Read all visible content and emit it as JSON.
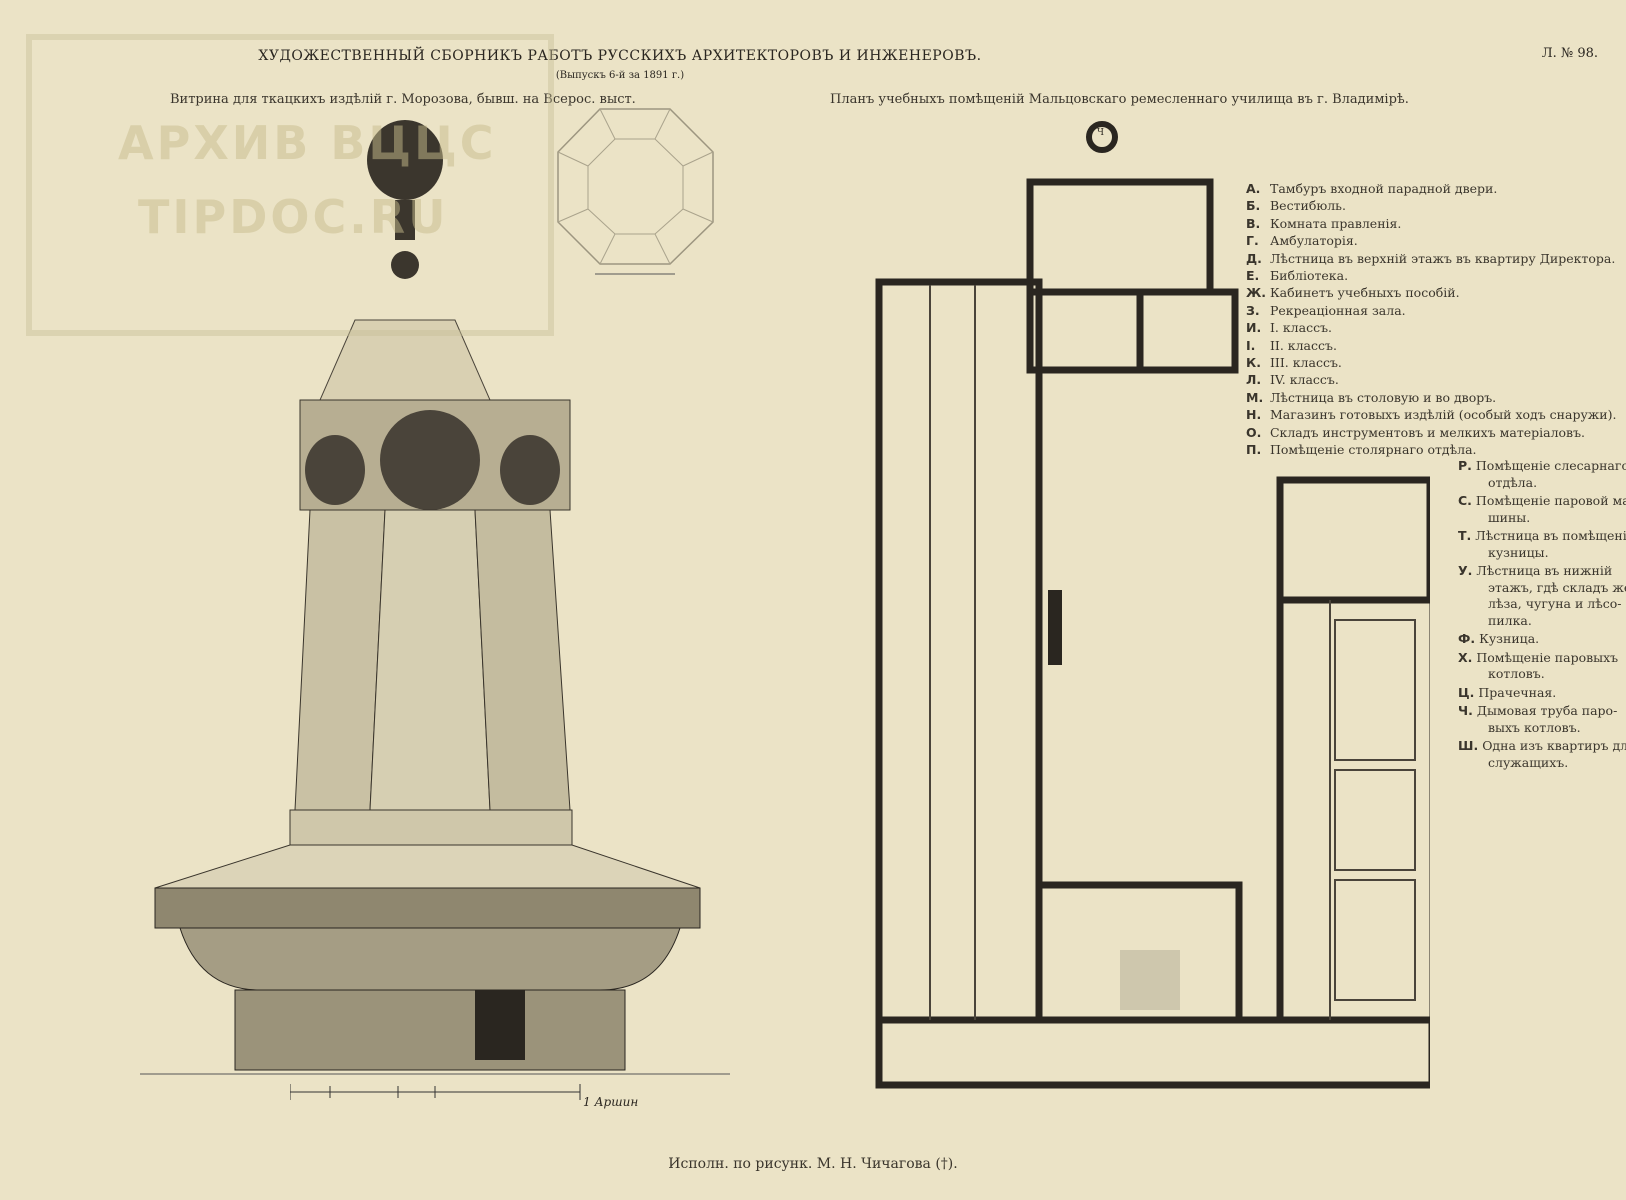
{
  "header": {
    "title": "ХУДОЖЕСТВЕННЫЙ СБОРНИКЪ РАБОТЪ РУССКИХЪ АРХИТЕКТОРОВЪ И ИНЖЕНЕРОВЪ.",
    "subtitle": "(Выпускъ 6-й за 1891 г.)",
    "plate_number": "Л. № 98."
  },
  "watermark": {
    "line1": "АРХИВ ВЦЦС",
    "line2": "TIPDOC.RU"
  },
  "left_drawing": {
    "caption": "Витрина для ткацкихъ издѣлій г. Морозова, бывш. на Всерос. выст.",
    "scale_label": "1 Аршин"
  },
  "right_drawing": {
    "caption": "Планъ учебныхъ помѣщеній Мальцовскаго ремесленнаго училища въ г. Владимірѣ.",
    "legend": [
      {
        "key": "А.",
        "text": "Тамбуръ входной парадной двери."
      },
      {
        "key": "Б.",
        "text": "Вестибюль."
      },
      {
        "key": "В.",
        "text": "Комната правленія."
      },
      {
        "key": "Г.",
        "text": "Амбулаторія."
      },
      {
        "key": "Д.",
        "text": "Лѣстница въ верхній этажъ въ квартиру Директора."
      },
      {
        "key": "Е.",
        "text": "Библіотека."
      },
      {
        "key": "Ж.",
        "text": "Кабинетъ учебныхъ пособій."
      },
      {
        "key": "З.",
        "text": "Рекреаціонная зала."
      },
      {
        "key": "И.",
        "text": "I. классъ."
      },
      {
        "key": "І.",
        "text": "II. классъ."
      },
      {
        "key": "К.",
        "text": "III. классъ."
      },
      {
        "key": "Л.",
        "text": "IV. классъ."
      },
      {
        "key": "М.",
        "text": "Лѣстница въ столовую и во дворъ."
      },
      {
        "key": "Н.",
        "text": "Магазинъ готовыхъ издѣлій (особый ходъ снаружи)."
      },
      {
        "key": "О.",
        "text": "Складъ инструментовъ и мелкихъ матеріаловъ."
      },
      {
        "key": "П.",
        "text": "Помѣщеніе столярнаго отдѣла."
      }
    ],
    "legend2": [
      {
        "key": "Р.",
        "text": "Помѣщеніе слесарнаго",
        "cont": "отдѣла."
      },
      {
        "key": "С.",
        "text": "Помѣщеніе паровой ма-",
        "cont": "шины."
      },
      {
        "key": "Т.",
        "text": "Лѣстница въ помѣщеніе",
        "cont": "кузницы."
      },
      {
        "key": "У.",
        "text": "Лѣстница въ нижній",
        "cont": "этажъ, гдѣ складъ же-лѣза, чугуна и лѣсо-пилка."
      },
      {
        "key": "Ф.",
        "text": "Кузница.",
        "cont": ""
      },
      {
        "key": "Х.",
        "text": "Помѣщеніе паровыхъ",
        "cont": "котловъ."
      },
      {
        "key": "Ц.",
        "text": "Прачечная.",
        "cont": ""
      },
      {
        "key": "Ч.",
        "text": "Дымовая труба паро-",
        "cont": "выхъ котловъ."
      },
      {
        "key": "Ш.",
        "text": "Одна изъ квартиръ для",
        "cont": "служащихъ."
      }
    ],
    "compass_label": "Ч"
  },
  "footer": {
    "text": "Исполн. по рисунк. М. Н. Чичагова (†)."
  },
  "colors": {
    "paper": "#ebe3c6",
    "ink": "#2a2620"
  }
}
